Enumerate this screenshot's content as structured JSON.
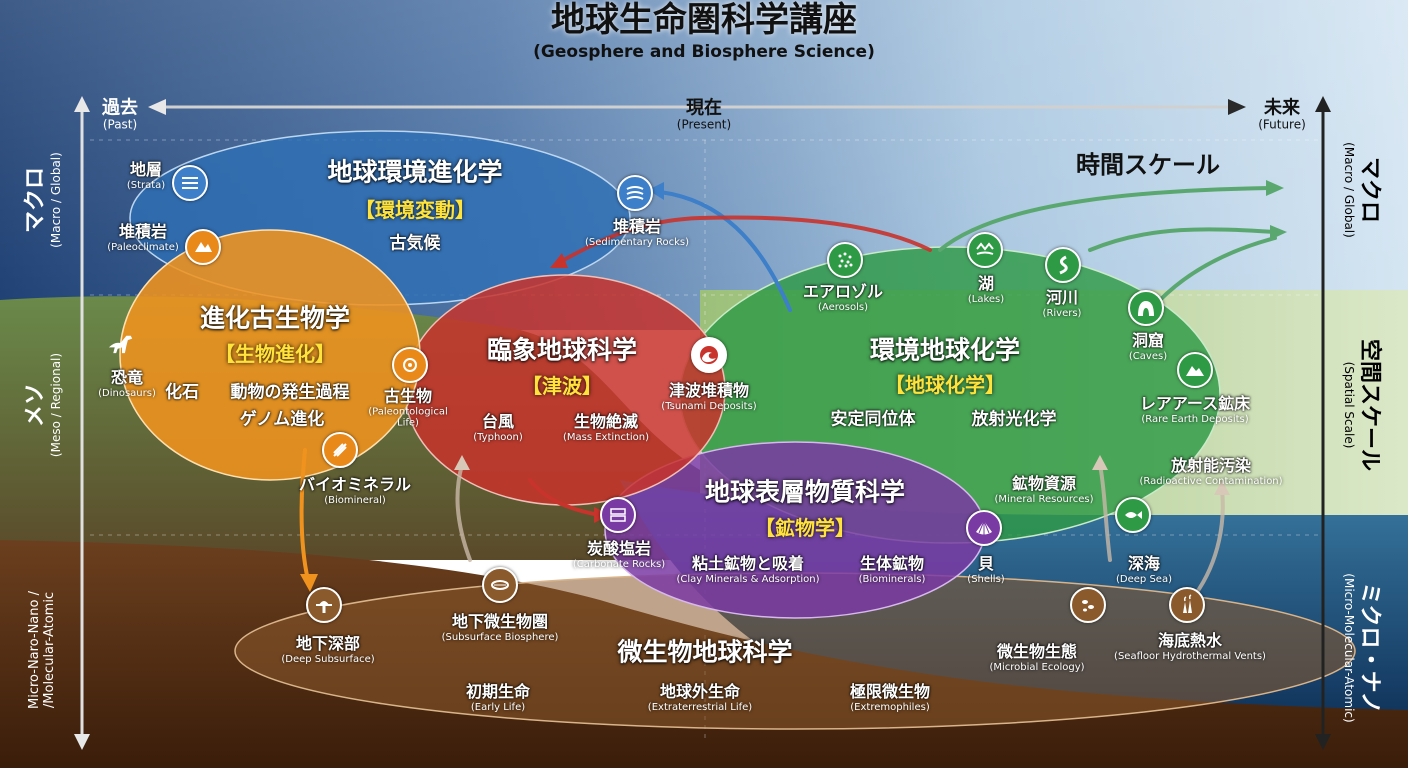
{
  "title": "地球生命圏科学講座",
  "subtitle": "(Geosphere and Biosphere Science)",
  "time_axis": {
    "past": {
      "jp": "過去",
      "en": "(Past)"
    },
    "present": {
      "jp": "現在",
      "en": "(Present)"
    },
    "future": {
      "jp": "未来",
      "en": "(Future)"
    },
    "scale_label": "時間スケール"
  },
  "left_axis": {
    "macro": {
      "jp": "マクロ",
      "en": "(Macro / Global)"
    },
    "meso": {
      "jp": "メソ",
      "en": "(Meso / Regional)"
    },
    "micro": {
      "jp": "",
      "en": "Micro-Naro-Nano /\n/Molecular-Atomic"
    }
  },
  "right_axis": {
    "macro": {
      "jp": "マクロ",
      "en": "(Macro / Global)"
    },
    "spatial": {
      "jp": "空間スケール",
      "en": "(Spatial Scale)"
    },
    "micro": {
      "jp": "ミクロ・ナノ",
      "en": "(Micro-Molecular-Atomic)"
    }
  },
  "fields": {
    "env_evolution": {
      "name": "地球環境進化学",
      "sub": "【環境変動】",
      "topic": "古気候",
      "color": "#2e6fb5"
    },
    "paleo": {
      "name": "進化古生物学",
      "sub": "【生物進化】",
      "topic1": "化石",
      "topic2": "動物の発生過程",
      "topic3": "ゲノム進化",
      "color": "#f0931e"
    },
    "catastrophe": {
      "name": "臨象地球科学",
      "sub": "【津波】",
      "color": "#c8332c"
    },
    "geochem": {
      "name": "環境地球化学",
      "sub": "【地球化学】",
      "topic1": "安定同位体",
      "topic2": "放射光化学",
      "color": "#2e9a45"
    },
    "surface": {
      "name": "地球表層物質科学",
      "sub": "【鉱物学】",
      "color": "#7a3aa3"
    },
    "micro": {
      "name": "微生物地球科学",
      "color": "#8a5a2c"
    }
  },
  "items": {
    "strata": {
      "jp": "地層",
      "en": "(Strata)"
    },
    "paleoclimate": {
      "jp": "堆積岩",
      "en": "(Paleoclimate)"
    },
    "sedimentary": {
      "jp": "堆積岩",
      "en": "(Sedimentary Rocks)"
    },
    "dinosaurs": {
      "jp": "恐竜",
      "en": "(Dinosaurs)"
    },
    "paleo_life": {
      "jp": "古生物",
      "en": "(Paleontological\nLife)"
    },
    "biomineral": {
      "jp": "バイオミネラル",
      "en": "(Biomineral)"
    },
    "typhoon": {
      "jp": "台風",
      "en": "(Typhoon)"
    },
    "mass_ext": {
      "jp": "生物絶滅",
      "en": "(Mass Extinction)"
    },
    "tsunami_dep": {
      "jp": "津波堆積物",
      "en": "(Tsunami Deposits)"
    },
    "aerosols": {
      "jp": "エアロゾル",
      "en": "(Aerosols)"
    },
    "lakes": {
      "jp": "湖",
      "en": "(Lakes)"
    },
    "rivers": {
      "jp": "河川",
      "en": "(Rivers)"
    },
    "caves": {
      "jp": "洞窟",
      "en": "(Caves)"
    },
    "rare_earth": {
      "jp": "レアアース鉱床",
      "en": "(Rare Earth Deposits)"
    },
    "radioactive": {
      "jp": "放射能汚染",
      "en": "(Radioactive Contamination)"
    },
    "mineral_res": {
      "jp": "鉱物資源",
      "en": "(Mineral Resources)"
    },
    "carbonate": {
      "jp": "炭酸塩岩",
      "en": "(Carbonate Rocks)"
    },
    "clay": {
      "jp": "粘土鉱物と吸着",
      "en": "(Clay Minerals & Adsorption)"
    },
    "biominerals": {
      "jp": "生体鉱物",
      "en": "(Biominerals)"
    },
    "shells": {
      "jp": "貝",
      "en": "(Shells)"
    },
    "deep_sea": {
      "jp": "深海",
      "en": "(Deep Sea)"
    },
    "deep_sub": {
      "jp": "地下深部",
      "en": "(Deep Subsurface)"
    },
    "subsurface_bio": {
      "jp": "地下微生物圏",
      "en": "(Subsurface Biosphere)"
    },
    "early_life": {
      "jp": "初期生命",
      "en": "(Early Life)"
    },
    "extraterrestrial": {
      "jp": "地球外生命",
      "en": "(Extraterrestrial Life)"
    },
    "extremophiles": {
      "jp": "極限微生物",
      "en": "(Extremophiles)"
    },
    "microbial_eco": {
      "jp": "微生物生態",
      "en": "(Microbial Ecology)"
    },
    "hydrothermal": {
      "jp": "海底熱水",
      "en": "(Seafloor Hydrothermal Vents)"
    }
  }
}
